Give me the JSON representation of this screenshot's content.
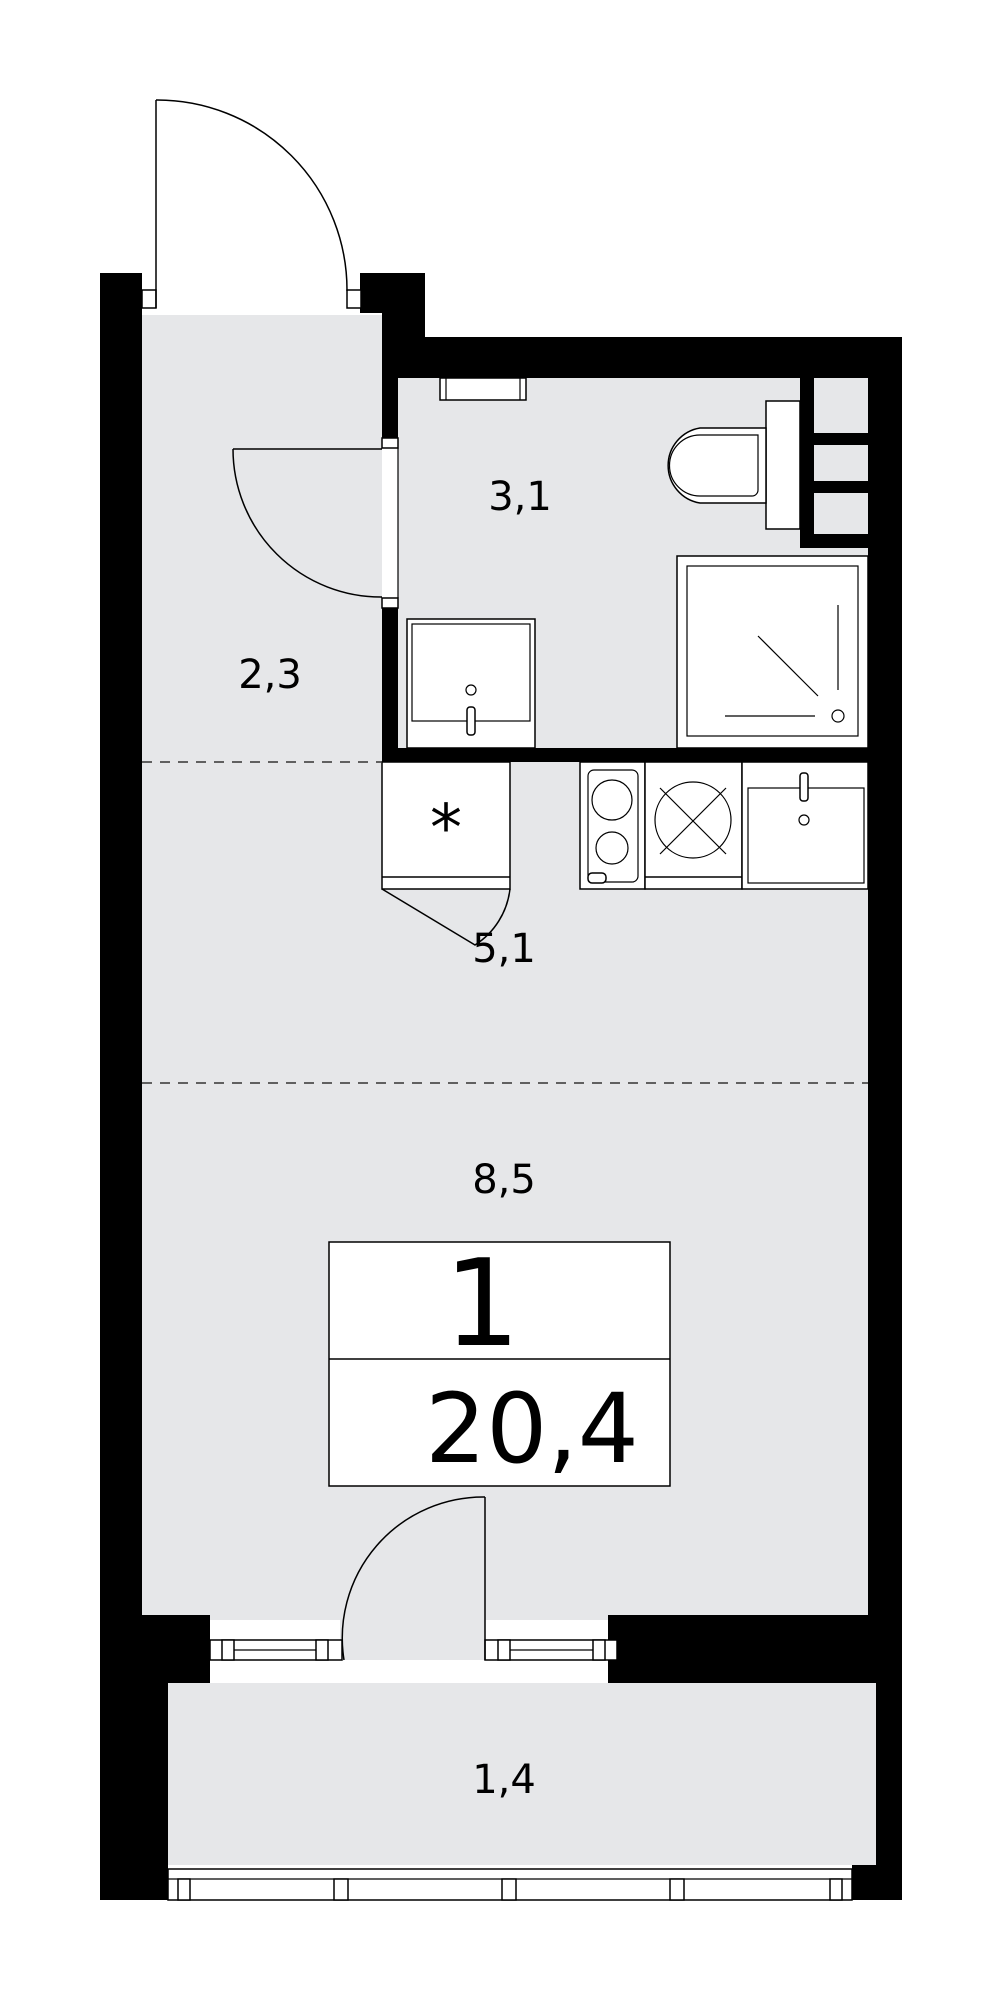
{
  "rooms": {
    "hall": "2,3",
    "bathroom": "3,1",
    "kitchen": "5,1",
    "living": "8,5",
    "balcony": "1,4"
  },
  "summary": {
    "room_count": "1",
    "total_area": "20,4"
  }
}
